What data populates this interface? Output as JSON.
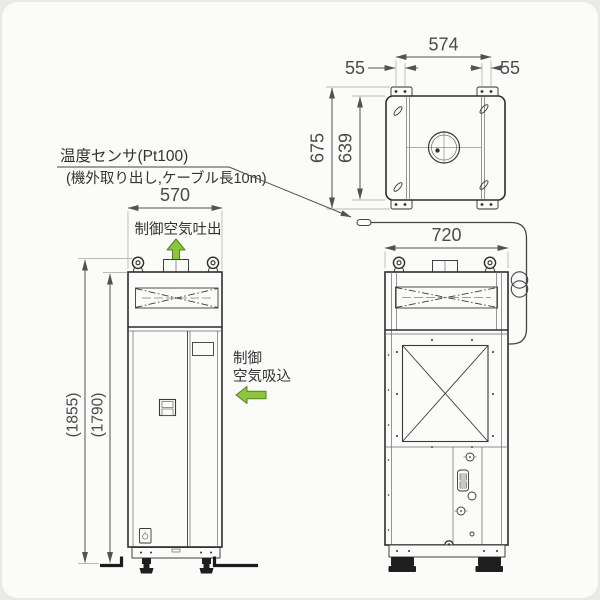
{
  "palette": {
    "background": "#e9e9e6",
    "card": "#fbfbf9",
    "line": "#2d2d2d",
    "dimension": "#525252",
    "extension": "#b9b9b6",
    "green": "#8cc63f",
    "green_border": "#567f1d"
  },
  "callout": {
    "sensor_title": "温度センサ(Pt100)",
    "sensor_note": "(機外取り出し,ケーブル長10m)"
  },
  "front_view": {
    "air_outlet_label": "制御空気吐出",
    "air_inlet_label_line1": "制御",
    "air_inlet_label_line2": "空気吸込",
    "width": "570",
    "height_overall": "(1855)",
    "height_body": "(1790)"
  },
  "top_view": {
    "bolt_pitch": "574",
    "bolt_offset_left": "55",
    "bolt_offset_right": "55",
    "depth_overall": "675",
    "depth_inner": "639"
  },
  "side_view": {
    "width": "720"
  }
}
